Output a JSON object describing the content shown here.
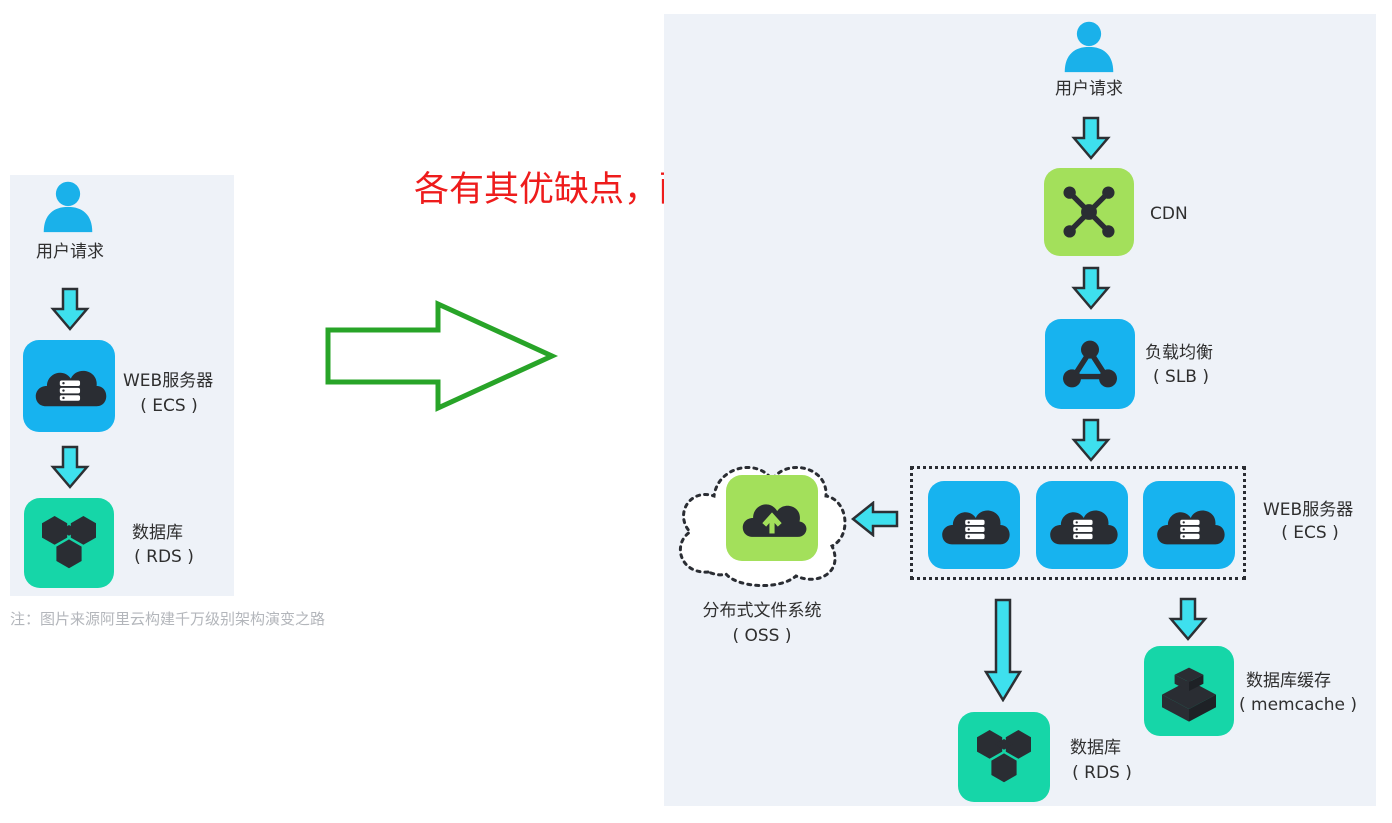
{
  "headline": "各有其优缺点，配合使用最佳",
  "note": "注：图片来源阿里云构建千万级别架构演变之路",
  "left": {
    "user": "用户请求",
    "web_line1": "WEB服务器",
    "web_line2": "( ECS )",
    "db_line1": "数据库",
    "db_line2": "( RDS )"
  },
  "right": {
    "user": "用户请求",
    "cdn": "CDN",
    "slb_line1": "负载均衡",
    "slb_line2": "( SLB )",
    "web_line1": "WEB服务器",
    "web_line2": "( ECS )",
    "oss_line1": "分布式文件系统",
    "oss_line2": "( OSS )",
    "cache_line1": "数据库缓存",
    "cache_line2": "( memcache )",
    "db_line1": "数据库",
    "db_line2": "( RDS )"
  },
  "colors": {
    "ecs_blue": "#17b3ef",
    "rds_teal": "#16d6a8",
    "cdn_lime": "#a3e05b",
    "arrow_cyan": "#3ee0ee",
    "transition_arrow_green": "#28a428",
    "headline_red": "#ee1c1c"
  },
  "icons": [
    "user-icon",
    "cloud-server-icon",
    "database-hex-icon",
    "cdn-network-icon",
    "load-balancer-icon",
    "cloud-upload-icon",
    "cache-box-icon",
    "down-arrow-icon",
    "left-arrow-icon",
    "right-outline-arrow-icon"
  ]
}
